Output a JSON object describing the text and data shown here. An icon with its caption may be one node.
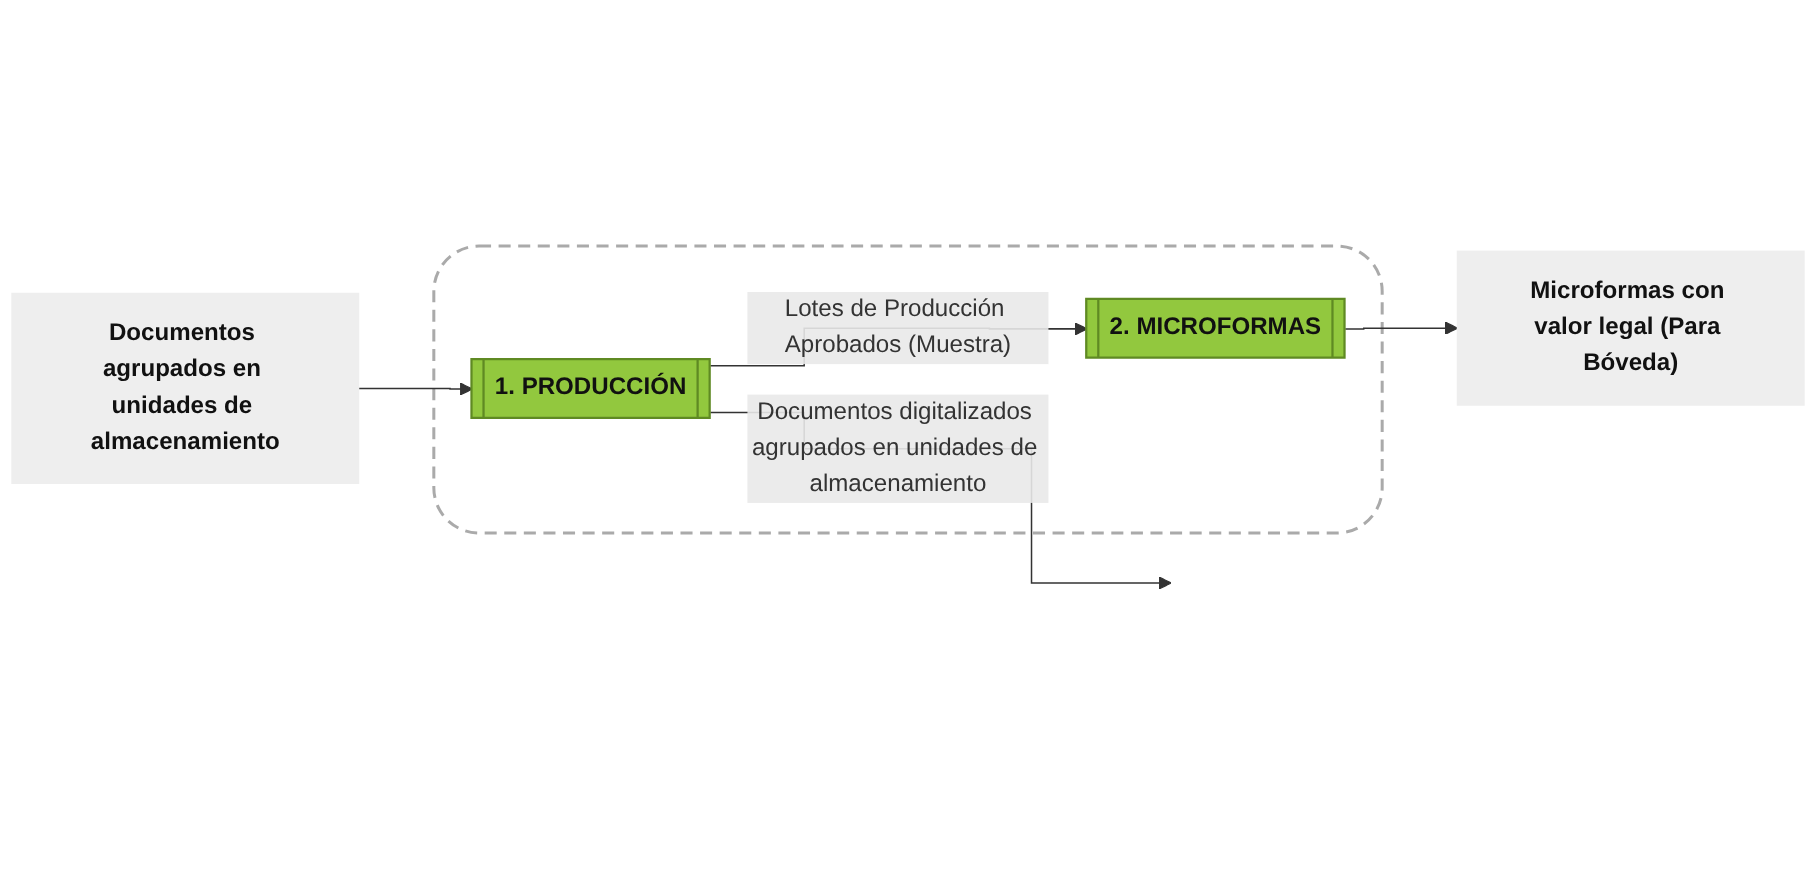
{
  "diagram": {
    "nodes": [
      {
        "text": [],
        "shape": "box"
      },
      {
        "text": [
          "Documentos agrupados en unidades de almacenamiento"
        ]
      },
      {
        "text": [
          "1. PRODUCCIÓN"
        ],
        "in": 0
      },
      {
        "text": [
          "2. MICROFORMAS"
        ],
        "in": 0
      },
      {
        "text": [
          "Microformas con valor legal (Para Bóveda)"
        ]
      }
    ],
    "edges": [
      {
        "from": 1,
        "to": 2,
        "arrow": "to"
      },
      {
        "from": 2,
        "to": null,
        "arrow": "to",
        "label": "Documentos digitalizados agrupados en unidades de almacenamiento"
      },
      {
        "from": 2,
        "to": 3,
        "arrow": "to",
        "label": "Lotes de Producción Aprobados (Muestra)"
      },
      {
        "from": 3,
        "to": 4,
        "arrow": "to"
      }
    ]
  }
}
